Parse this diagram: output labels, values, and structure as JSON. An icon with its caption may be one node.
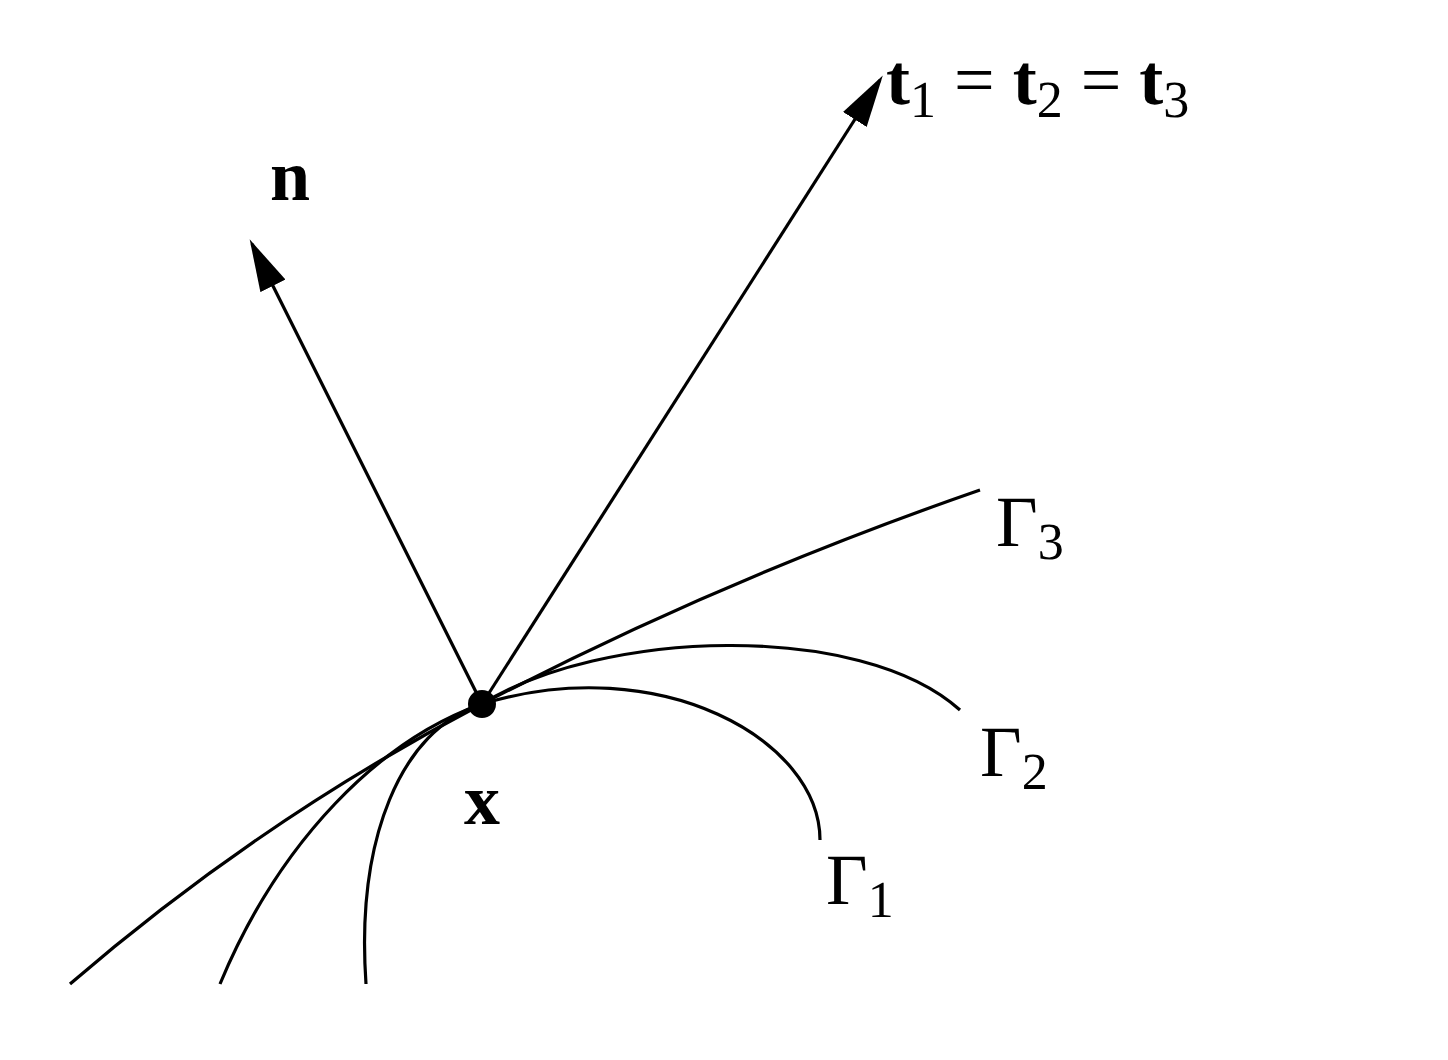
{
  "diagram": {
    "labels": [
      "**t**$_{1}$ = **t**$_{2}$ = **t**$_{3}$",
      "n",
      "Γ$_{3}$",
      "x",
      "Γ$_{2}$",
      "Γ$_{1}$"
    ]
  }
}
